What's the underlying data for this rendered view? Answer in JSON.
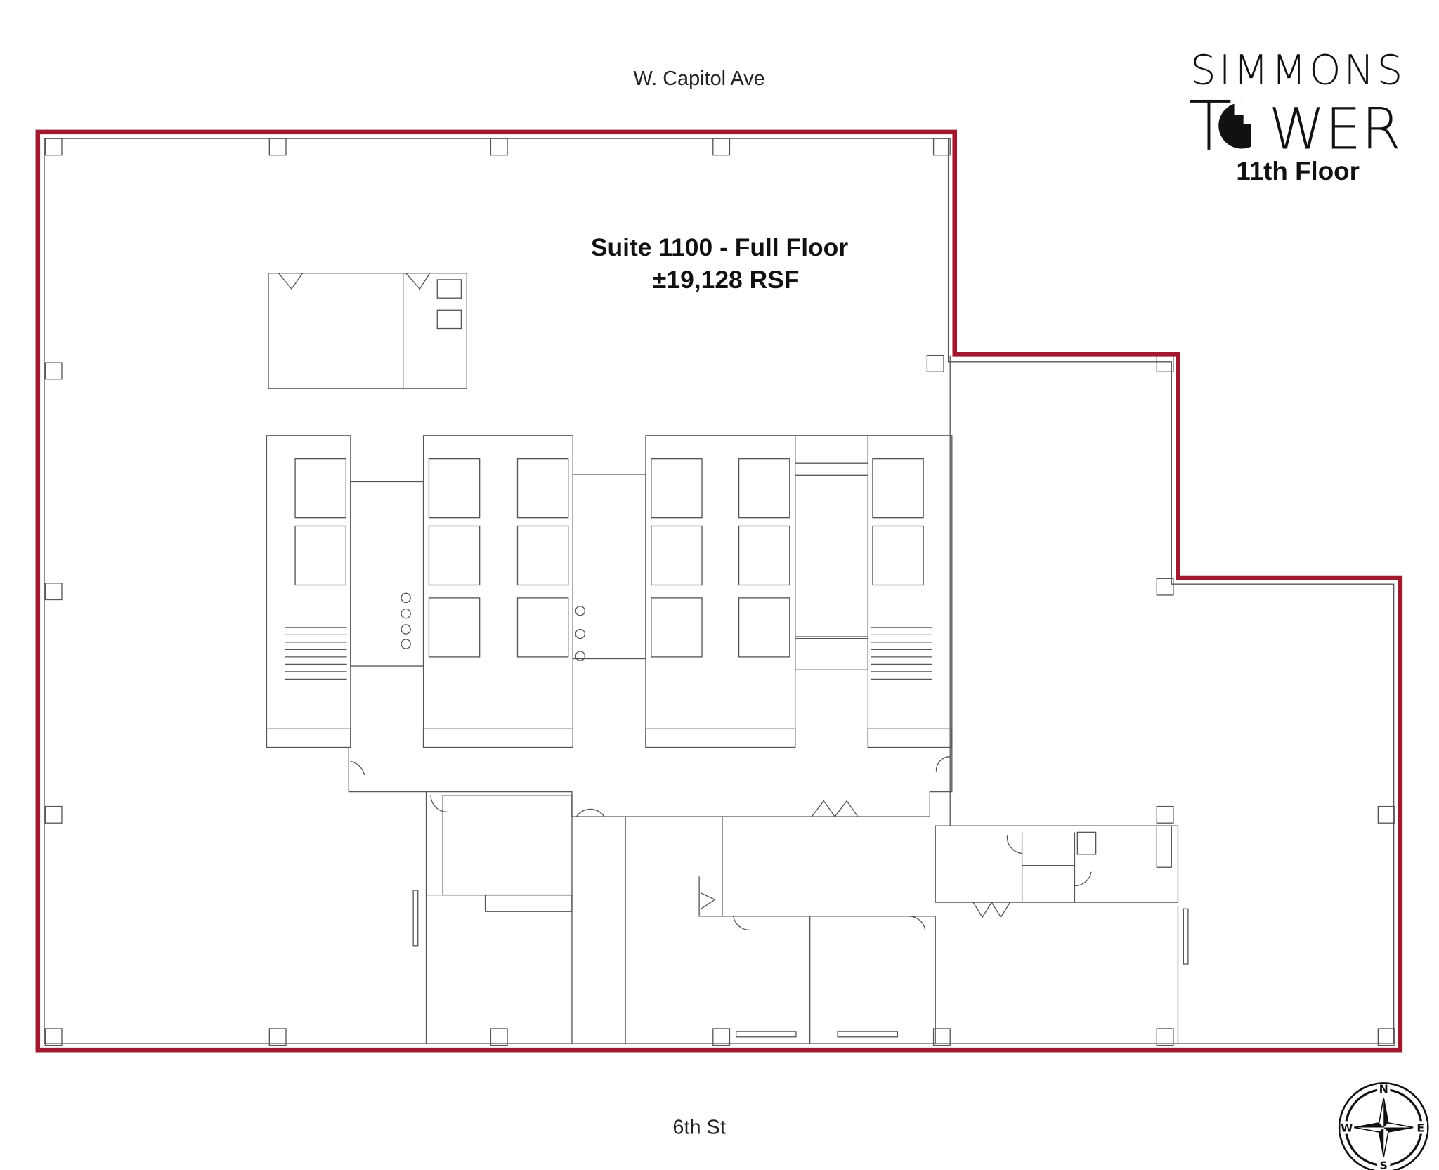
{
  "logo": {
    "line1": "SIMMONS",
    "line2": "TOWER",
    "floor": "11th Floor"
  },
  "streets": {
    "north": "W. Capitol Ave",
    "south": "6th St"
  },
  "suite": {
    "name": "Suite 1100 - Full Floor",
    "area": "±19,128 RSF"
  },
  "compass": {
    "n": "N",
    "e": "E",
    "s": "S",
    "w": "W"
  },
  "colors": {
    "suite_outline": "#a0192e",
    "walls": "#555555",
    "text": "#111111"
  }
}
